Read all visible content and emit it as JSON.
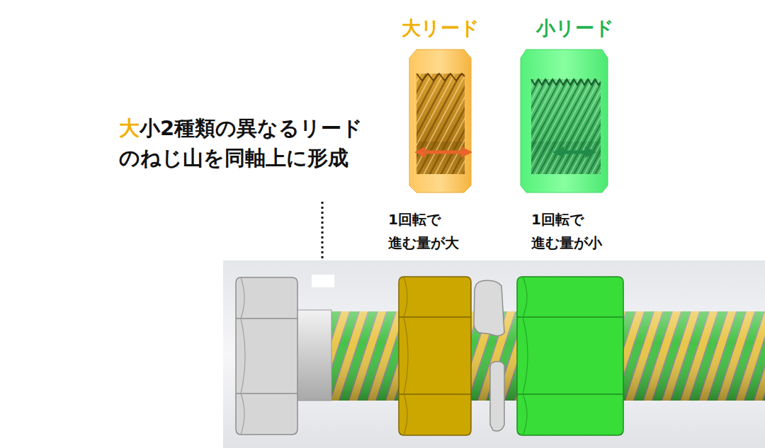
{
  "diagram": {
    "nodes": [
      {
        "text": [
          "大リード",
          "1回転で 進む量が大"
        ]
      },
      {
        "text": [
          "小リード",
          "1回転で 進む量が小"
        ]
      }
    ],
    "labels": [
      "大小2種類の異なるリード のねじ山を同軸上に形成"
    ]
  }
}
